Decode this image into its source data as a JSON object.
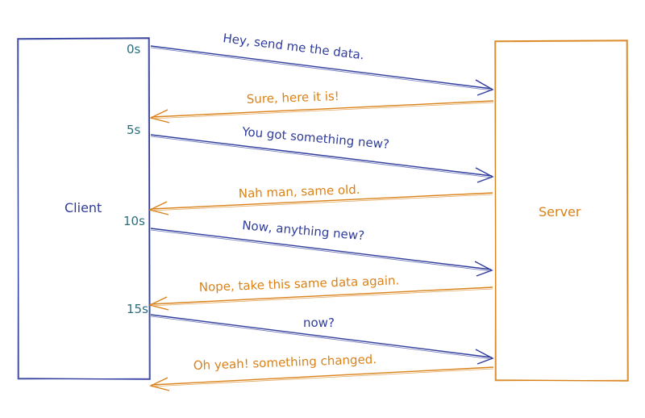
{
  "client": {
    "label": "Client"
  },
  "server": {
    "label": "Server"
  },
  "times": [
    "0s",
    "5s",
    "10s",
    "15s"
  ],
  "messages": [
    {
      "text": "Hey, send me the data.",
      "direction": "client-to-server"
    },
    {
      "text": "Sure, here it is!",
      "direction": "server-to-client"
    },
    {
      "text": "You got something new?",
      "direction": "client-to-server"
    },
    {
      "text": "Nah man, same old.",
      "direction": "server-to-client"
    },
    {
      "text": "Now, anything new?",
      "direction": "client-to-server"
    },
    {
      "text": "Nope, take this same data again.",
      "direction": "server-to-client"
    },
    {
      "text": "now?",
      "direction": "client-to-server"
    },
    {
      "text": "Oh yeah! something changed.",
      "direction": "server-to-client"
    }
  ],
  "colors": {
    "client": "#2f3c9c",
    "server": "#d9821a",
    "time": "#2c6e7c"
  }
}
